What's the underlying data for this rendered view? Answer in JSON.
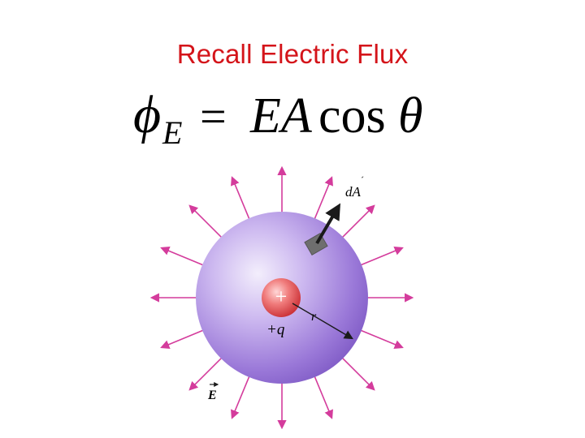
{
  "title": "Recall Electric Flux",
  "colors": {
    "title": "#d4141a",
    "field_lines": "#d43c9c",
    "sphere": "#9a78d8",
    "charge": "#e0484c",
    "area_vector": "#1a1a1a"
  },
  "equation": {
    "phi": "ϕ",
    "subscript": "E",
    "equals": "=",
    "ea": "EA",
    "cos": "cos",
    "theta": "θ"
  },
  "diagram": {
    "charge_sign": "+",
    "charge_label": "+q",
    "radius_label": "r",
    "area_label": "dA",
    "field_label": "E",
    "area_icon": "area-element-square-icon",
    "field_line_count": 16
  }
}
